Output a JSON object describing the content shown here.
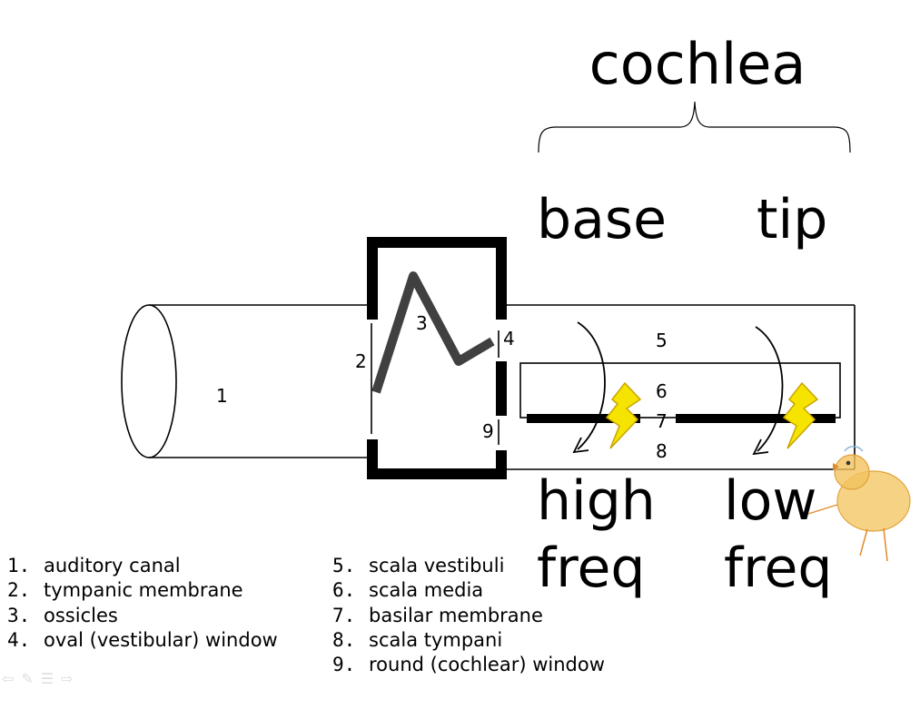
{
  "header": {
    "title": "cochlea"
  },
  "regions": {
    "base": "base",
    "tip": "tip"
  },
  "frequency": {
    "high_line1": "high",
    "high_line2": "freq",
    "low_line1": "low",
    "low_line2": "freq"
  },
  "markers": {
    "m1": "1",
    "m2": "2",
    "m3": "3",
    "m4": "4",
    "m5": "5",
    "m6": "6",
    "m7": "7",
    "m8": "8",
    "m9": "9"
  },
  "legend_left": [
    {
      "num": "1.",
      "label": "auditory canal"
    },
    {
      "num": "2.",
      "label": "tympanic membrane"
    },
    {
      "num": "3.",
      "label": "ossicles"
    },
    {
      "num": "4.",
      "label": "oval (vestibular) window"
    }
  ],
  "legend_right": [
    {
      "num": "5.",
      "label": "scala vestibuli"
    },
    {
      "num": "6.",
      "label": "scala media"
    },
    {
      "num": "7.",
      "label": "basilar membrane"
    },
    {
      "num": "8.",
      "label": "scala tympani"
    },
    {
      "num": "9.",
      "label": "round (cochlear) window"
    }
  ],
  "colors": {
    "lightning": "#f5e400",
    "duck": "#f3c35c",
    "ossicles": "#404040"
  },
  "icons": [
    "nav-back-icon",
    "pen-icon",
    "menu-icon",
    "nav-forward-icon"
  ]
}
